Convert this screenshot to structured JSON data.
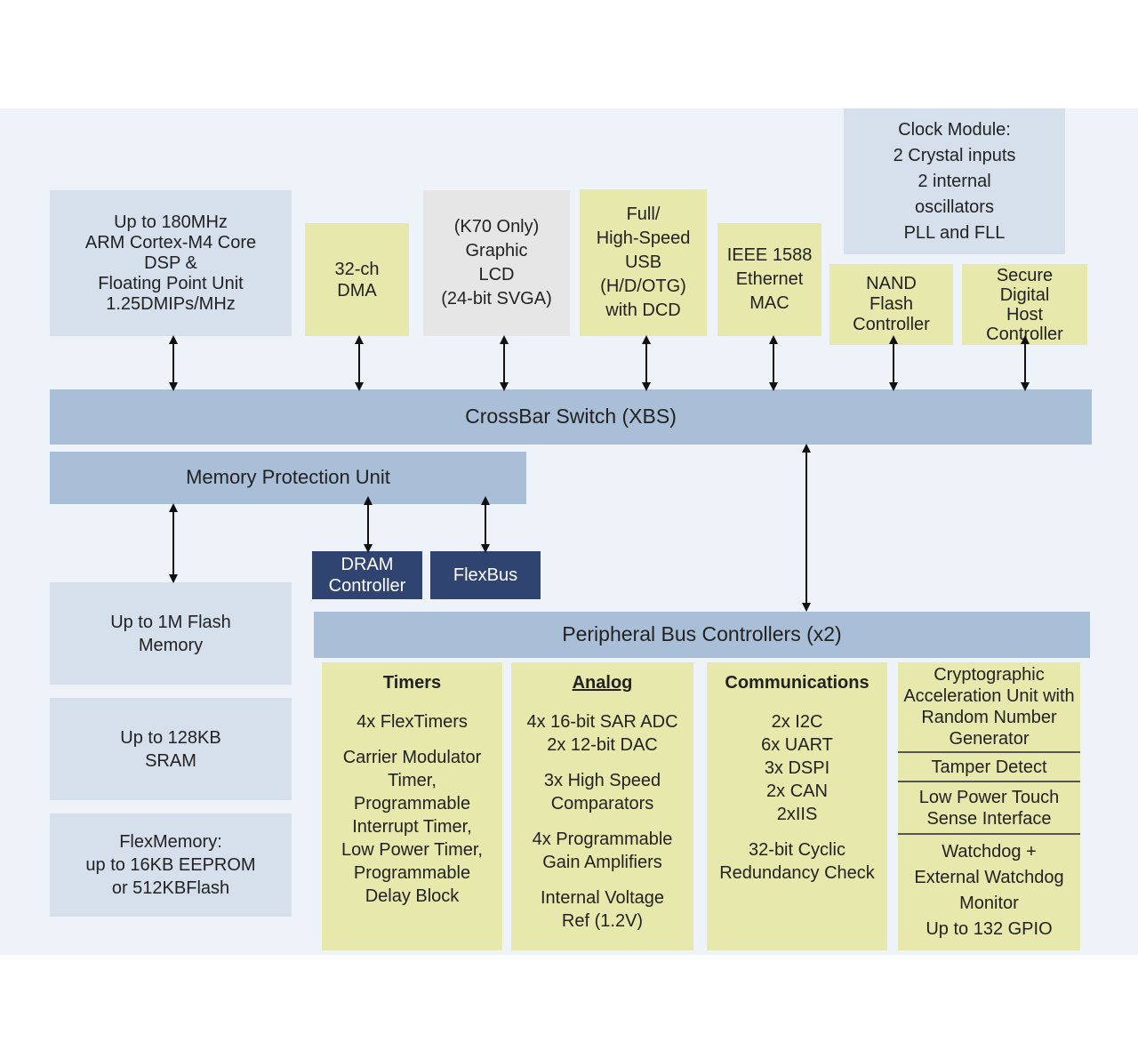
{
  "clock": [
    "Clock Module:",
    "2 Crystal inputs",
    "2 internal",
    "oscillators",
    "PLL and FLL"
  ],
  "cpu": [
    "Up to 180MHz",
    "ARM Cortex-M4 Core",
    "DSP &",
    "Floating Point Unit",
    "1.25DMIPs/MHz"
  ],
  "dma": [
    "32-ch",
    "DMA"
  ],
  "lcd": [
    "(K70 Only)",
    "Graphic",
    "LCD",
    "(24-bit SVGA)"
  ],
  "usb": [
    "Full/",
    "High-Speed",
    "USB",
    "(H/D/OTG)",
    "with DCD"
  ],
  "ethernet": [
    "IEEE 1588",
    "Ethernet",
    "MAC"
  ],
  "nand": [
    "NAND",
    "Flash",
    "Controller"
  ],
  "sdhc": [
    "Secure",
    "Digital",
    "Host",
    "Controller"
  ],
  "crossbar": "CrossBar Switch (XBS)",
  "mpu": "Memory Protection Unit",
  "dram": [
    "DRAM",
    "Controller"
  ],
  "flexbus": "FlexBus",
  "flash": [
    "Up to 1M Flash",
    "Memory"
  ],
  "sram": [
    "Up to 128KB",
    "SRAM"
  ],
  "flexmemory": [
    "FlexMemory:",
    "up to 16KB EEPROM",
    "or 512KBFlash"
  ],
  "peripheral_bus": "Peripheral Bus Controllers (x2)",
  "timers": {
    "title": "Timers",
    "lines": [
      "4x FlexTimers",
      "",
      "Carrier Modulator",
      "Timer,",
      "Programmable",
      "Interrupt Timer,",
      "Low Power Timer,",
      "Programmable",
      "Delay Block"
    ]
  },
  "analog": {
    "title": "Analog",
    "lines": [
      "4x 16-bit SAR ADC",
      "2x 12-bit DAC",
      "",
      "3x High Speed",
      "Comparators",
      "",
      "4x Programmable",
      "Gain Amplifiers",
      "",
      "Internal Voltage",
      "Ref (1.2V)"
    ]
  },
  "communications": {
    "title": "Communications",
    "lines": [
      "2x I2C",
      "6x UART",
      "3x DSPI",
      "2x CAN",
      "2xIIS",
      "",
      "32-bit Cyclic",
      "Redundancy Check"
    ]
  },
  "misc": {
    "crypto": [
      "Cryptographic",
      "Acceleration Unit with",
      "Random Number",
      "Generator"
    ],
    "tamper": "Tamper Detect",
    "touch": [
      "Low Power Touch",
      "Sense Interface"
    ],
    "watchdog": [
      "Watchdog +",
      "External Watchdog",
      "Monitor",
      "Up to 132 GPIO"
    ]
  }
}
